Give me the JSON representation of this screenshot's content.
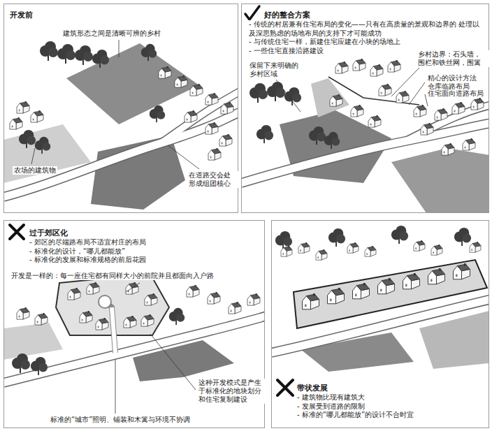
{
  "diagram": {
    "nodes": [
      {
        "text": [
          "开发前"
        ]
      },
      {
        "text": [
          "好的整合方案",
          "- 传统的村居兼有住宅布局的变化——只有在高质量的景观和边界的 处理以及深思熟虑的场地布局的支持下才可能成功",
          "- 与传统住宅一样，新建住宅应建在小块的场地上",
          "- 一些住宅直接沿路建设"
        ]
      },
      {
        "text": [
          "过于郊区化",
          "- 郊区的尽端路布局不适宜村庄的布局",
          "- 标准化的设计，“哪儿都能放”",
          "- 标准化的发展和标准规格的前后花园"
        ]
      },
      {
        "text": [
          "带状发展",
          "- 建筑物比现有建筑大",
          "- 发展受到道路的限制",
          "- 标准的“哪儿都能放”的设计不合时宜"
        ]
      }
    ],
    "labels": [
      "建筑形态之间是清晰可辨的乡村",
      "农场的建筑物",
      "在道路交会处 形成组团核心",
      "保留下来明确的 乡村区域",
      "乡村边界：石头墙， 围栏和铁丝网，围篱",
      "精心的设计方法 仓库临路布局",
      "住宅面向道路布局",
      "开发是一样的：每一座住宅都有同样大小的前院并且都面向入户路",
      "这种开发模式是产生 于标准化的地块划分 和住宅复制建设",
      "标准的“城市”照明、铺装和木篱与环境不协调"
    ]
  }
}
